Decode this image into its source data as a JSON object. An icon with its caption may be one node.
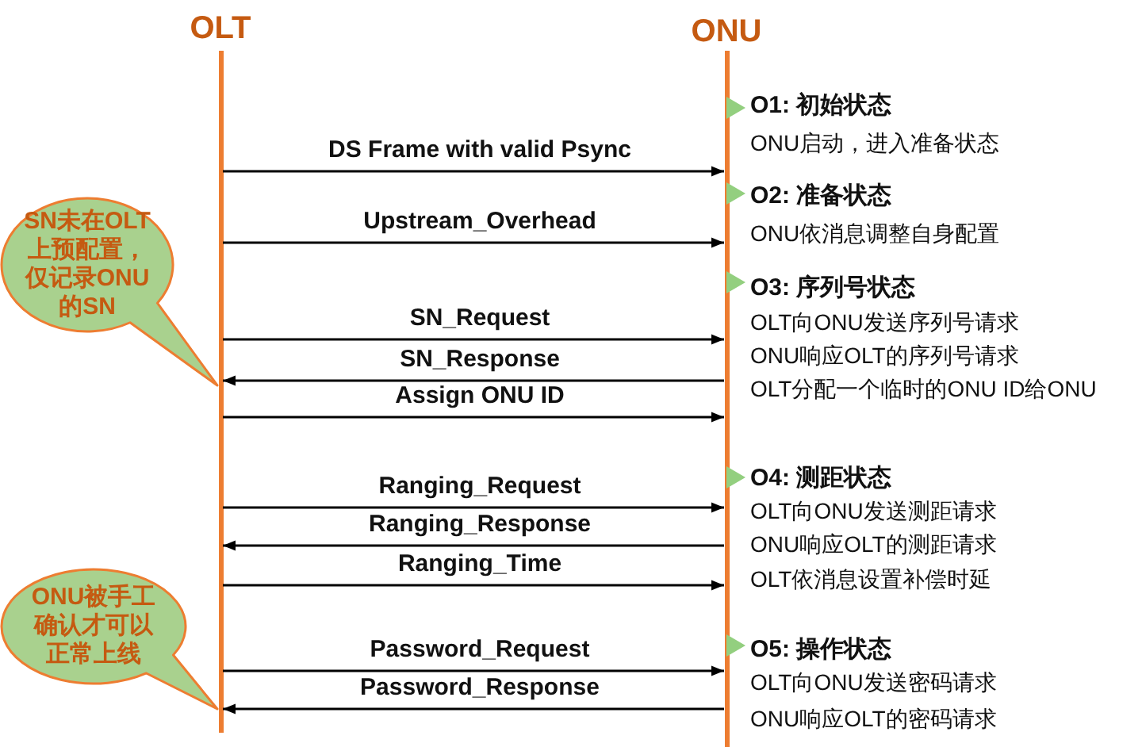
{
  "diagram": {
    "nodes": [
      {
        "text": [
          "OLT"
        ]
      },
      {
        "text": [
          "ONU"
        ]
      },
      {
        "text": [
          "SN未在OLT上预配置，仅记录ONU的SN"
        ]
      },
      {
        "text": [
          "ONU被手工确认才可以正常上线"
        ]
      }
    ],
    "edges": [
      {
        "from": 0,
        "to": 1,
        "arrow": "to",
        "label": "DS Frame with valid Psync"
      },
      {
        "from": 0,
        "to": 1,
        "arrow": "to",
        "label": "Upstream_Overhead"
      },
      {
        "from": 0,
        "to": 1,
        "arrow": "to",
        "label": "SN_Request"
      },
      {
        "from": 1,
        "to": 0,
        "arrow": "to",
        "label": "SN_Response"
      },
      {
        "from": 0,
        "to": 1,
        "arrow": "to",
        "label": "Assign ONU ID"
      },
      {
        "from": 0,
        "to": 1,
        "arrow": "to",
        "label": "Ranging_Request"
      },
      {
        "from": 1,
        "to": 0,
        "arrow": "to",
        "label": "Ranging_Response"
      },
      {
        "from": 0,
        "to": 1,
        "arrow": "to",
        "label": "Ranging_Time"
      },
      {
        "from": 0,
        "to": 1,
        "arrow": "to",
        "label": "Password_Request"
      },
      {
        "from": 1,
        "to": 0,
        "arrow": "to",
        "label": "Password_Response"
      }
    ],
    "labels": [
      "O1: 初始状态",
      "ONU启动，进入准备状态",
      "O2: 准备状态",
      "ONU依消息调整自身配置",
      "O3: 序列号状态",
      "OLT向ONU发送序列号请求",
      "ONU响应OLT的序列号请求",
      "OLT分配一个临时的ONU ID给ONU",
      "O4: 测距状态",
      "OLT向ONU发送测距请求",
      "ONU响应OLT的测距请求",
      "OLT依消息设置补偿时延",
      "O5: 操作状态",
      "OLT向ONU发送密码请求",
      "ONU响应OLT的密码请求"
    ]
  }
}
